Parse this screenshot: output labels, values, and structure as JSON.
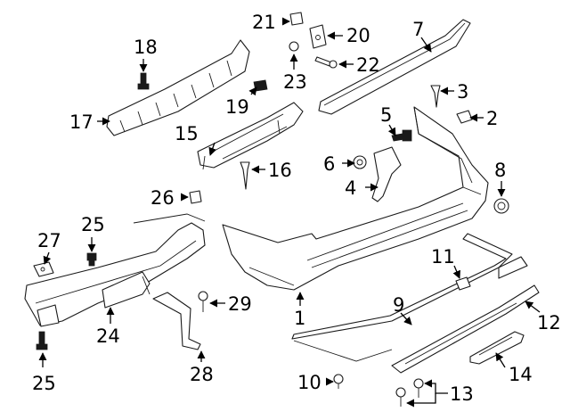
{
  "callouts": {
    "c1": "1",
    "c2": "2",
    "c3": "3",
    "c4": "4",
    "c5": "5",
    "c6": "6",
    "c7": "7",
    "c8": "8",
    "c9": "9",
    "c10": "10",
    "c11": "11",
    "c12": "12",
    "c13": "13",
    "c14": "14",
    "c15": "15",
    "c16": "16",
    "c17": "17",
    "c18": "18",
    "c19": "19",
    "c20": "20",
    "c21": "21",
    "c22": "22",
    "c23": "23",
    "c24": "24",
    "c25a": "25",
    "c25b": "25",
    "c26": "26",
    "c27": "27",
    "c28": "28",
    "c29": "29"
  }
}
